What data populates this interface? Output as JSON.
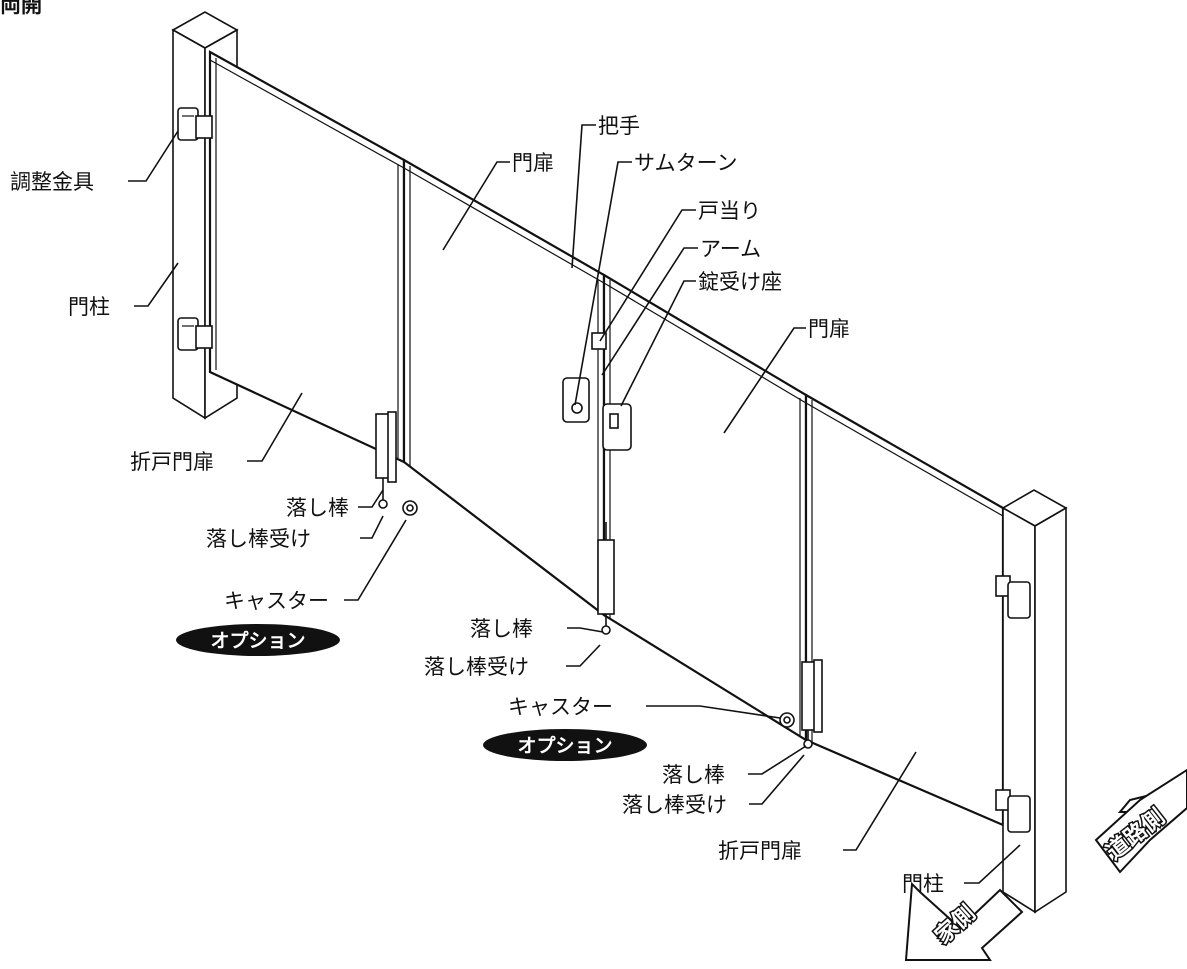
{
  "header_partial": "両開",
  "labels": {
    "adjuster": "調整金具",
    "post_left": "門柱",
    "folding_door_left": "折戸門扉",
    "drop_rod_left": "落し棒",
    "drop_rod_receiver_left": "落し棒受け",
    "caster_left": "キャスター",
    "option_left": "オプション",
    "handle": "把手",
    "gate_door_center": "門扉",
    "thumbturn": "サムターン",
    "door_stop": "戸当り",
    "arm": "アーム",
    "lock_receiver": "錠受け座",
    "gate_door_right": "門扉",
    "drop_rod_center": "落し棒",
    "drop_rod_receiver_center": "落し棒受け",
    "caster_right": "キャスター",
    "option_right": "オプション",
    "drop_rod_right": "落し棒",
    "drop_rod_receiver_right": "落し棒受け",
    "folding_door_right": "折戸門扉",
    "post_right": "門柱",
    "road_side": "道路側",
    "house_side": "家側"
  }
}
